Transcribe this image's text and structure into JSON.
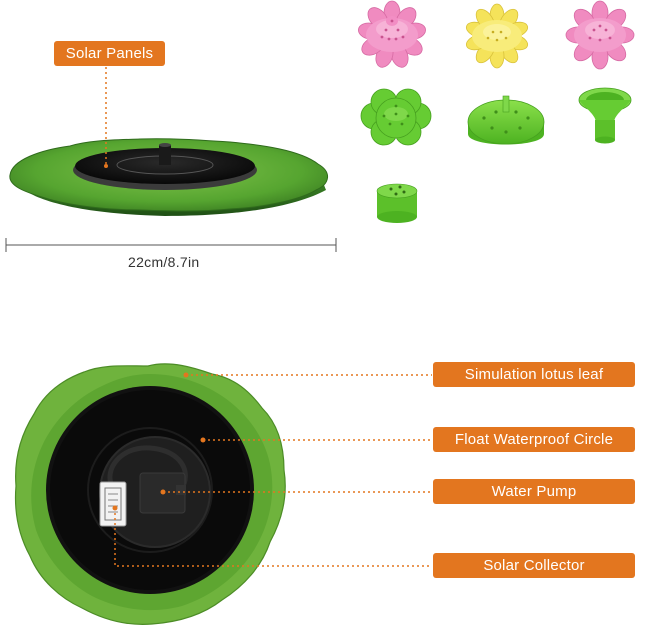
{
  "labels": {
    "solar_panels": "Solar Panels",
    "dimension": "22cm/8.7in",
    "simulation_leaf": "Simulation lotus leaf",
    "float_circle": "Float Waterproof Circle",
    "water_pump": "Water Pump",
    "solar_collector": "Solar Collector"
  },
  "colors": {
    "callout_bg": "#e3761f",
    "leaf_green": "#4f9a2c",
    "panel_black": "#111111",
    "nozzle_pink": "#f08bc0",
    "nozzle_yellow": "#f5e35a",
    "nozzle_green": "#66cc33"
  },
  "icons": [
    "lotus-leaf-fountain",
    "pink-flower-nozzle",
    "yellow-flower-nozzle",
    "green-leaf-nozzle",
    "green-disc-nozzle",
    "green-funnel-nozzle",
    "green-cap-nozzle",
    "water-pump"
  ]
}
